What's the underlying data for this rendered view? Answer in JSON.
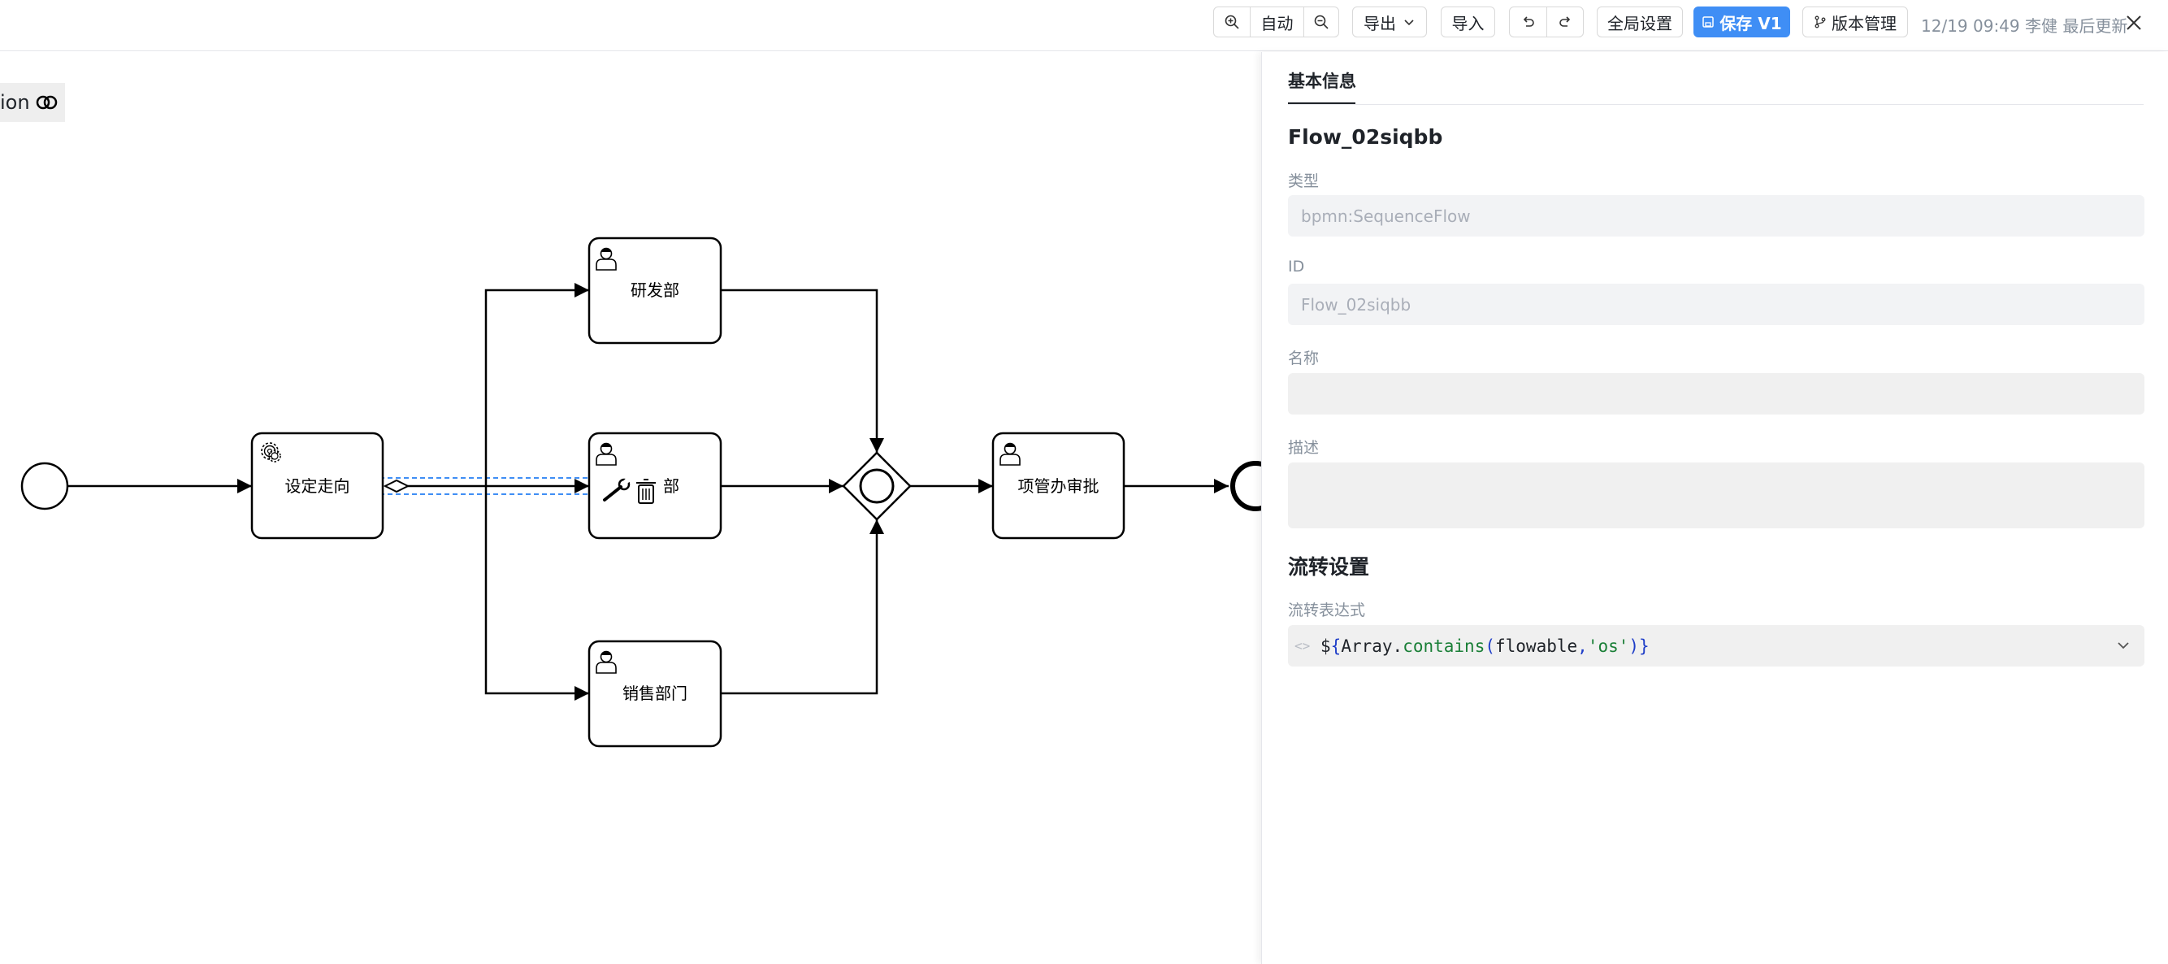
{
  "toolbar": {
    "zoom_auto": "自动",
    "export": "导出",
    "import": "导入",
    "global_settings": "全局设置",
    "save": "保存 V1",
    "version_mgmt": "版本管理",
    "last_updated": "12/19 09:49 李健 最后更新"
  },
  "canvas": {
    "partial_tag": "ion",
    "tasks": {
      "set_direction": "设定走向",
      "rd": "研发部",
      "middle": "部",
      "sales": "销售部门",
      "pm_approval": "项管办审批"
    }
  },
  "panel": {
    "tab": "基本信息",
    "title": "Flow_02siqbb",
    "type_label": "类型",
    "type_value": "bpmn:SequenceFlow",
    "id_label": "ID",
    "id_value": "Flow_02siqbb",
    "name_label": "名称",
    "name_value": "",
    "desc_label": "描述",
    "desc_value": "",
    "flow_section": "流转设置",
    "expr_label": "流转表达式",
    "expr": {
      "dollar": "$",
      "open_brace": "{",
      "obj": "Array",
      "dot": ".",
      "fn": "contains",
      "lparen": "(",
      "arg1": "flowable",
      "comma": ",",
      "arg2": "'os'",
      "rparen": ")",
      "close_brace": "}"
    }
  },
  "colors": {
    "primary": "#3f8ef5",
    "selection": "#3f8ef5"
  }
}
